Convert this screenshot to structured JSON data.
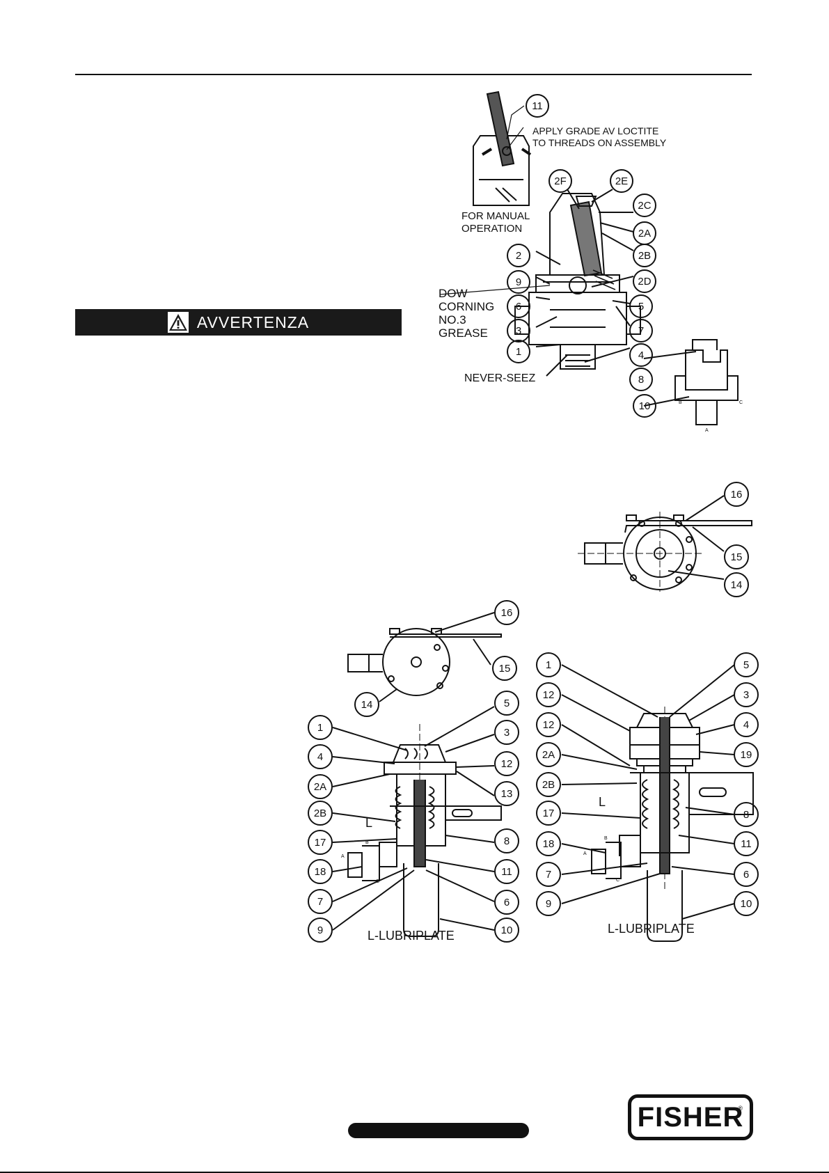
{
  "warning": {
    "label": "AVVERTENZA",
    "icon": "warning-triangle-icon"
  },
  "figure_top": {
    "note_loctite": [
      "APPLY  GRADE  AV  LOCTITE",
      "TO  THREADS  ON  ASSEMBLY"
    ],
    "note_manual": [
      "FOR  MANUAL",
      "OPERATION"
    ],
    "note_grease": [
      "DOW",
      "CORNING",
      "NO.3",
      "GREASE"
    ],
    "note_seez": "NEVER-SEEZ",
    "callouts": {
      "c11": "11",
      "c2F": "2F",
      "c2E": "2E",
      "c2C": "2C",
      "c2A": "2A",
      "c2B": "2B",
      "c2D": "2D",
      "c2": "2",
      "c9": "9",
      "c6": "6",
      "c5": "5",
      "c3": "3",
      "c7": "7",
      "c1": "1",
      "c4": "4",
      "c8": "8",
      "c10": "10"
    }
  },
  "figure_mid": {
    "callouts": {
      "c16": "16",
      "c15": "15",
      "c14": "14"
    }
  },
  "figure_left": {
    "caption": "L-LUBRIPLATE",
    "lube_mark": "L",
    "callouts": {
      "c16": "16",
      "c15": "15",
      "c14": "14",
      "c5": "5",
      "c1": "1",
      "c3": "3",
      "c4": "4",
      "c12": "12",
      "c2A": "2A",
      "c13": "13",
      "c2B": "2B",
      "c17": "17",
      "c8": "8",
      "c11": "11",
      "c18": "18",
      "c7": "7",
      "c6": "6",
      "c9": "9",
      "c10": "10"
    }
  },
  "figure_right": {
    "caption": "L-LUBRIPLATE",
    "lube_mark": "L",
    "callouts": {
      "c1": "1",
      "c5": "5",
      "c12a": "12",
      "c3": "3",
      "c12b": "12",
      "c4": "4",
      "c2A": "2A",
      "c19": "19",
      "c2B": "2B",
      "c17": "17",
      "c8": "8",
      "c18": "18",
      "c11": "11",
      "c7": "7",
      "c6": "6",
      "c9": "9",
      "c10": "10"
    }
  },
  "logo": {
    "text": "FISHER",
    "mark": "®"
  }
}
